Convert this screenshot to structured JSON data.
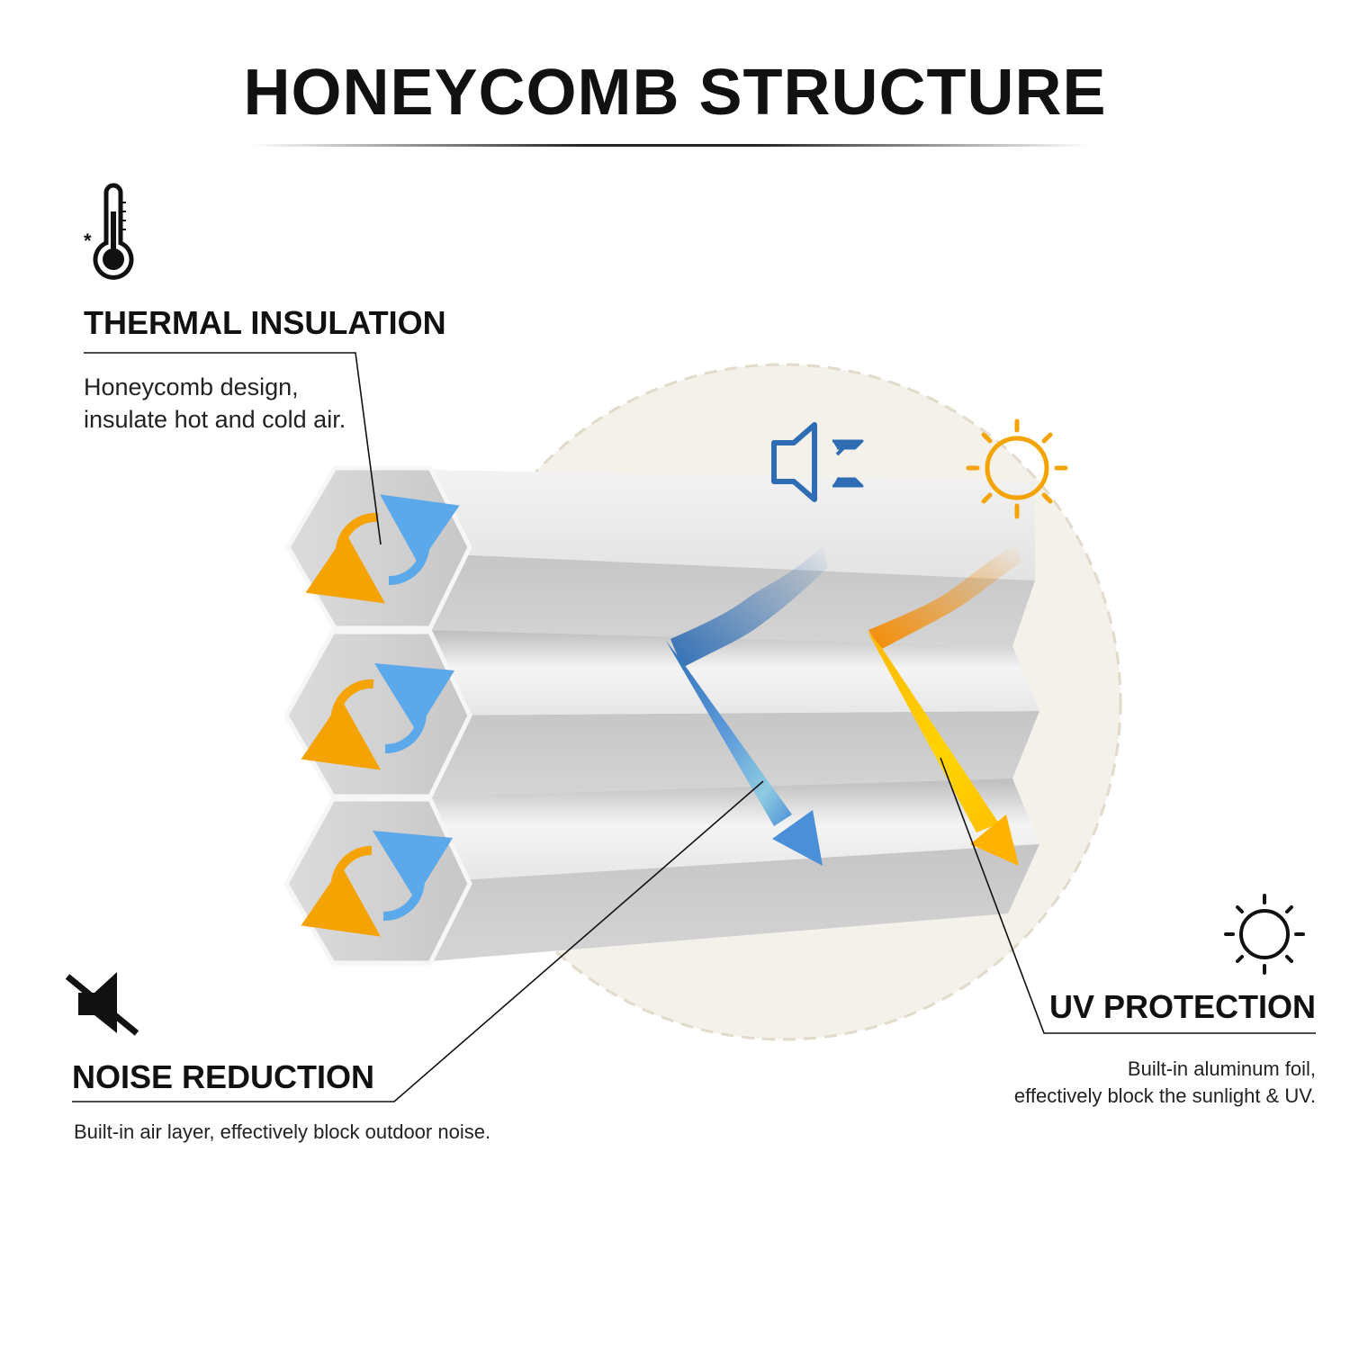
{
  "title": "HONEYCOMB STRUCTURE",
  "features": {
    "thermal": {
      "heading": "THERMAL INSULATION",
      "description_lines": [
        "Honeycomb design,",
        "insulate hot and cold air."
      ],
      "icon": "thermometer-icon"
    },
    "noise": {
      "heading": "NOISE REDUCTION",
      "description": "Built-in air layer, effectively block outdoor noise.",
      "icon": "muted-speaker-icon"
    },
    "uv": {
      "heading": "UV PROTECTION",
      "description_lines": [
        "Built-in aluminum foil,",
        "effectively block the sunlight & UV."
      ],
      "icon": "sun-icon"
    }
  },
  "diagram": {
    "cells": 3,
    "cell_icon": "air-circulation-icon",
    "sound_icon": "speaker-blocked-icon",
    "sun_icon": "sun-icon"
  },
  "colors": {
    "orange": "#F5A300",
    "blue": "#4A90D9",
    "sound_blue": "#2E6DB4",
    "yellow": "#FFC800",
    "circle_fill": "#F4F1EA",
    "fabric_light": "#EEEEEE",
    "fabric_dark": "#C8C8C8"
  }
}
